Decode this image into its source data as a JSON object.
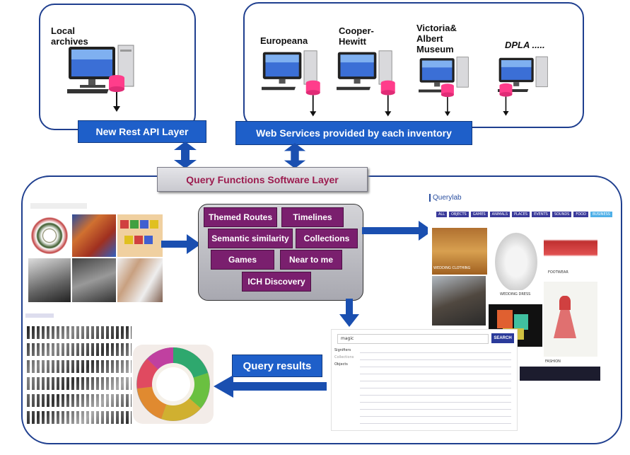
{
  "top_left_panel": {
    "label": "Local\narchives"
  },
  "top_right_panel": {
    "sources": [
      {
        "label": "Europeana"
      },
      {
        "label": "Cooper-\nHewitt"
      },
      {
        "label": "Victoria&\nAlbert\nMuseum"
      },
      {
        "label": "DPLA ....."
      }
    ]
  },
  "layers": {
    "rest_api": "New Rest API Layer",
    "web_services": "Web Services provided by each inventory",
    "query_functions": "Query Functions Software Layer"
  },
  "functions": [
    "Themed Routes",
    "Timelines",
    "Semantic similarity",
    "Collections",
    "Games",
    "Near to me",
    "ICH Discovery"
  ],
  "query_results_label": "Query results",
  "querylab": {
    "logo": "Querylab",
    "tabs": [
      "ALL",
      "OBJECTS",
      "GAMES",
      "ANIMALS",
      "PLACES",
      "EVENTS",
      "SOUNDS",
      "FOOD",
      "BUSINESS"
    ],
    "captions": [
      "WEDDING CLOTHING",
      "WEDDING DRESS",
      "FOOTWEAR",
      "FASHION"
    ]
  },
  "search_panel": {
    "search_button": "SEARCH",
    "input_value": "magic",
    "sidebar": [
      "Signifiers",
      "Collections",
      "Objects"
    ]
  },
  "colors": {
    "panel_border": "#1f3f8f",
    "blue_bar": "#1e5fc9",
    "purple_button": "#7a1f6e",
    "query_text": "#9c1c4f",
    "arrow": "#1a4fb0"
  }
}
